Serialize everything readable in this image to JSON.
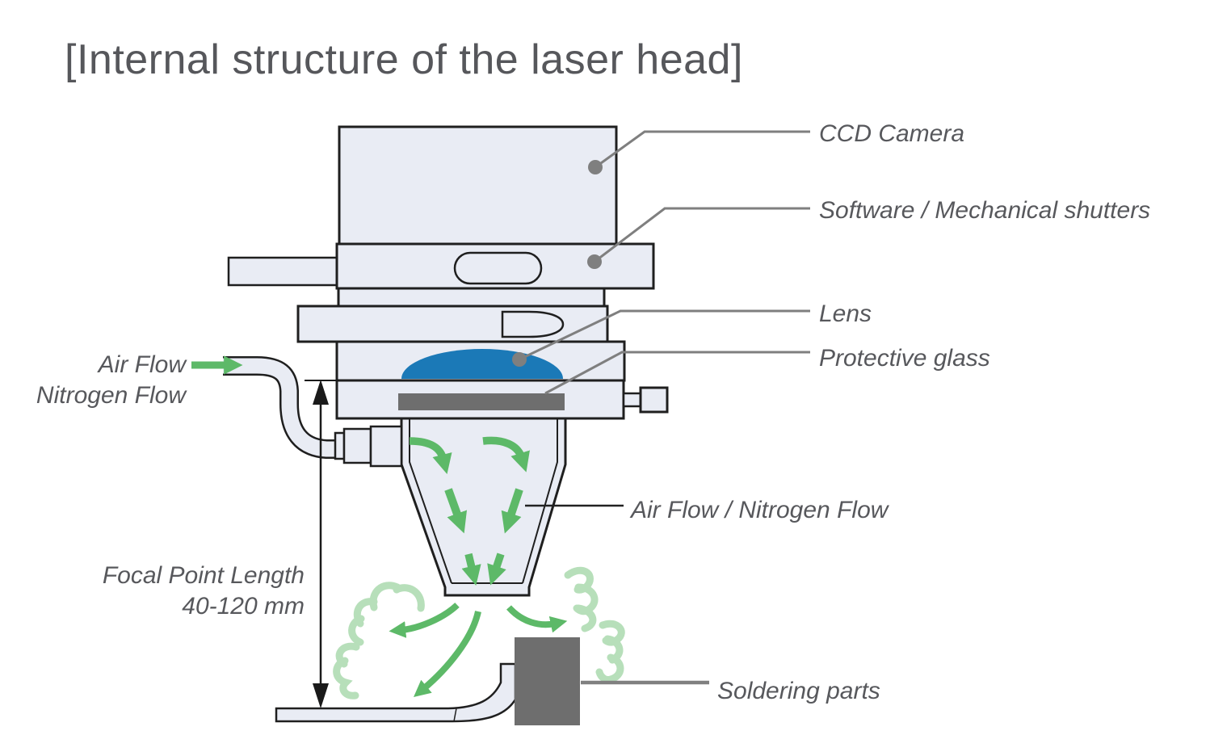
{
  "title": "[Internal structure of the laser head]",
  "labels": {
    "ccd_camera": "CCD Camera",
    "shutters": "Software / Mechanical shutters",
    "lens": "Lens",
    "protective_glass": "Protective glass",
    "airflow_in_line1": "Air Flow",
    "airflow_in_line2": "Nitrogen Flow",
    "airflow_nozzle": "Air Flow / Nitrogen Flow",
    "focal_line1": "Focal Point Length",
    "focal_line2": "40-120 mm",
    "soldering_parts": "Soldering parts"
  },
  "colors": {
    "body_fill": "#e9ecf4",
    "outline_ink": "#1f1f1f",
    "dark_gray": "#6e6e6e",
    "leader_gray": "#7f7f7f",
    "lens_blue": "#1b79b7",
    "flow_green": "#5db968",
    "cloud_green": "#b7dfba",
    "text_gray": "#57585c"
  }
}
